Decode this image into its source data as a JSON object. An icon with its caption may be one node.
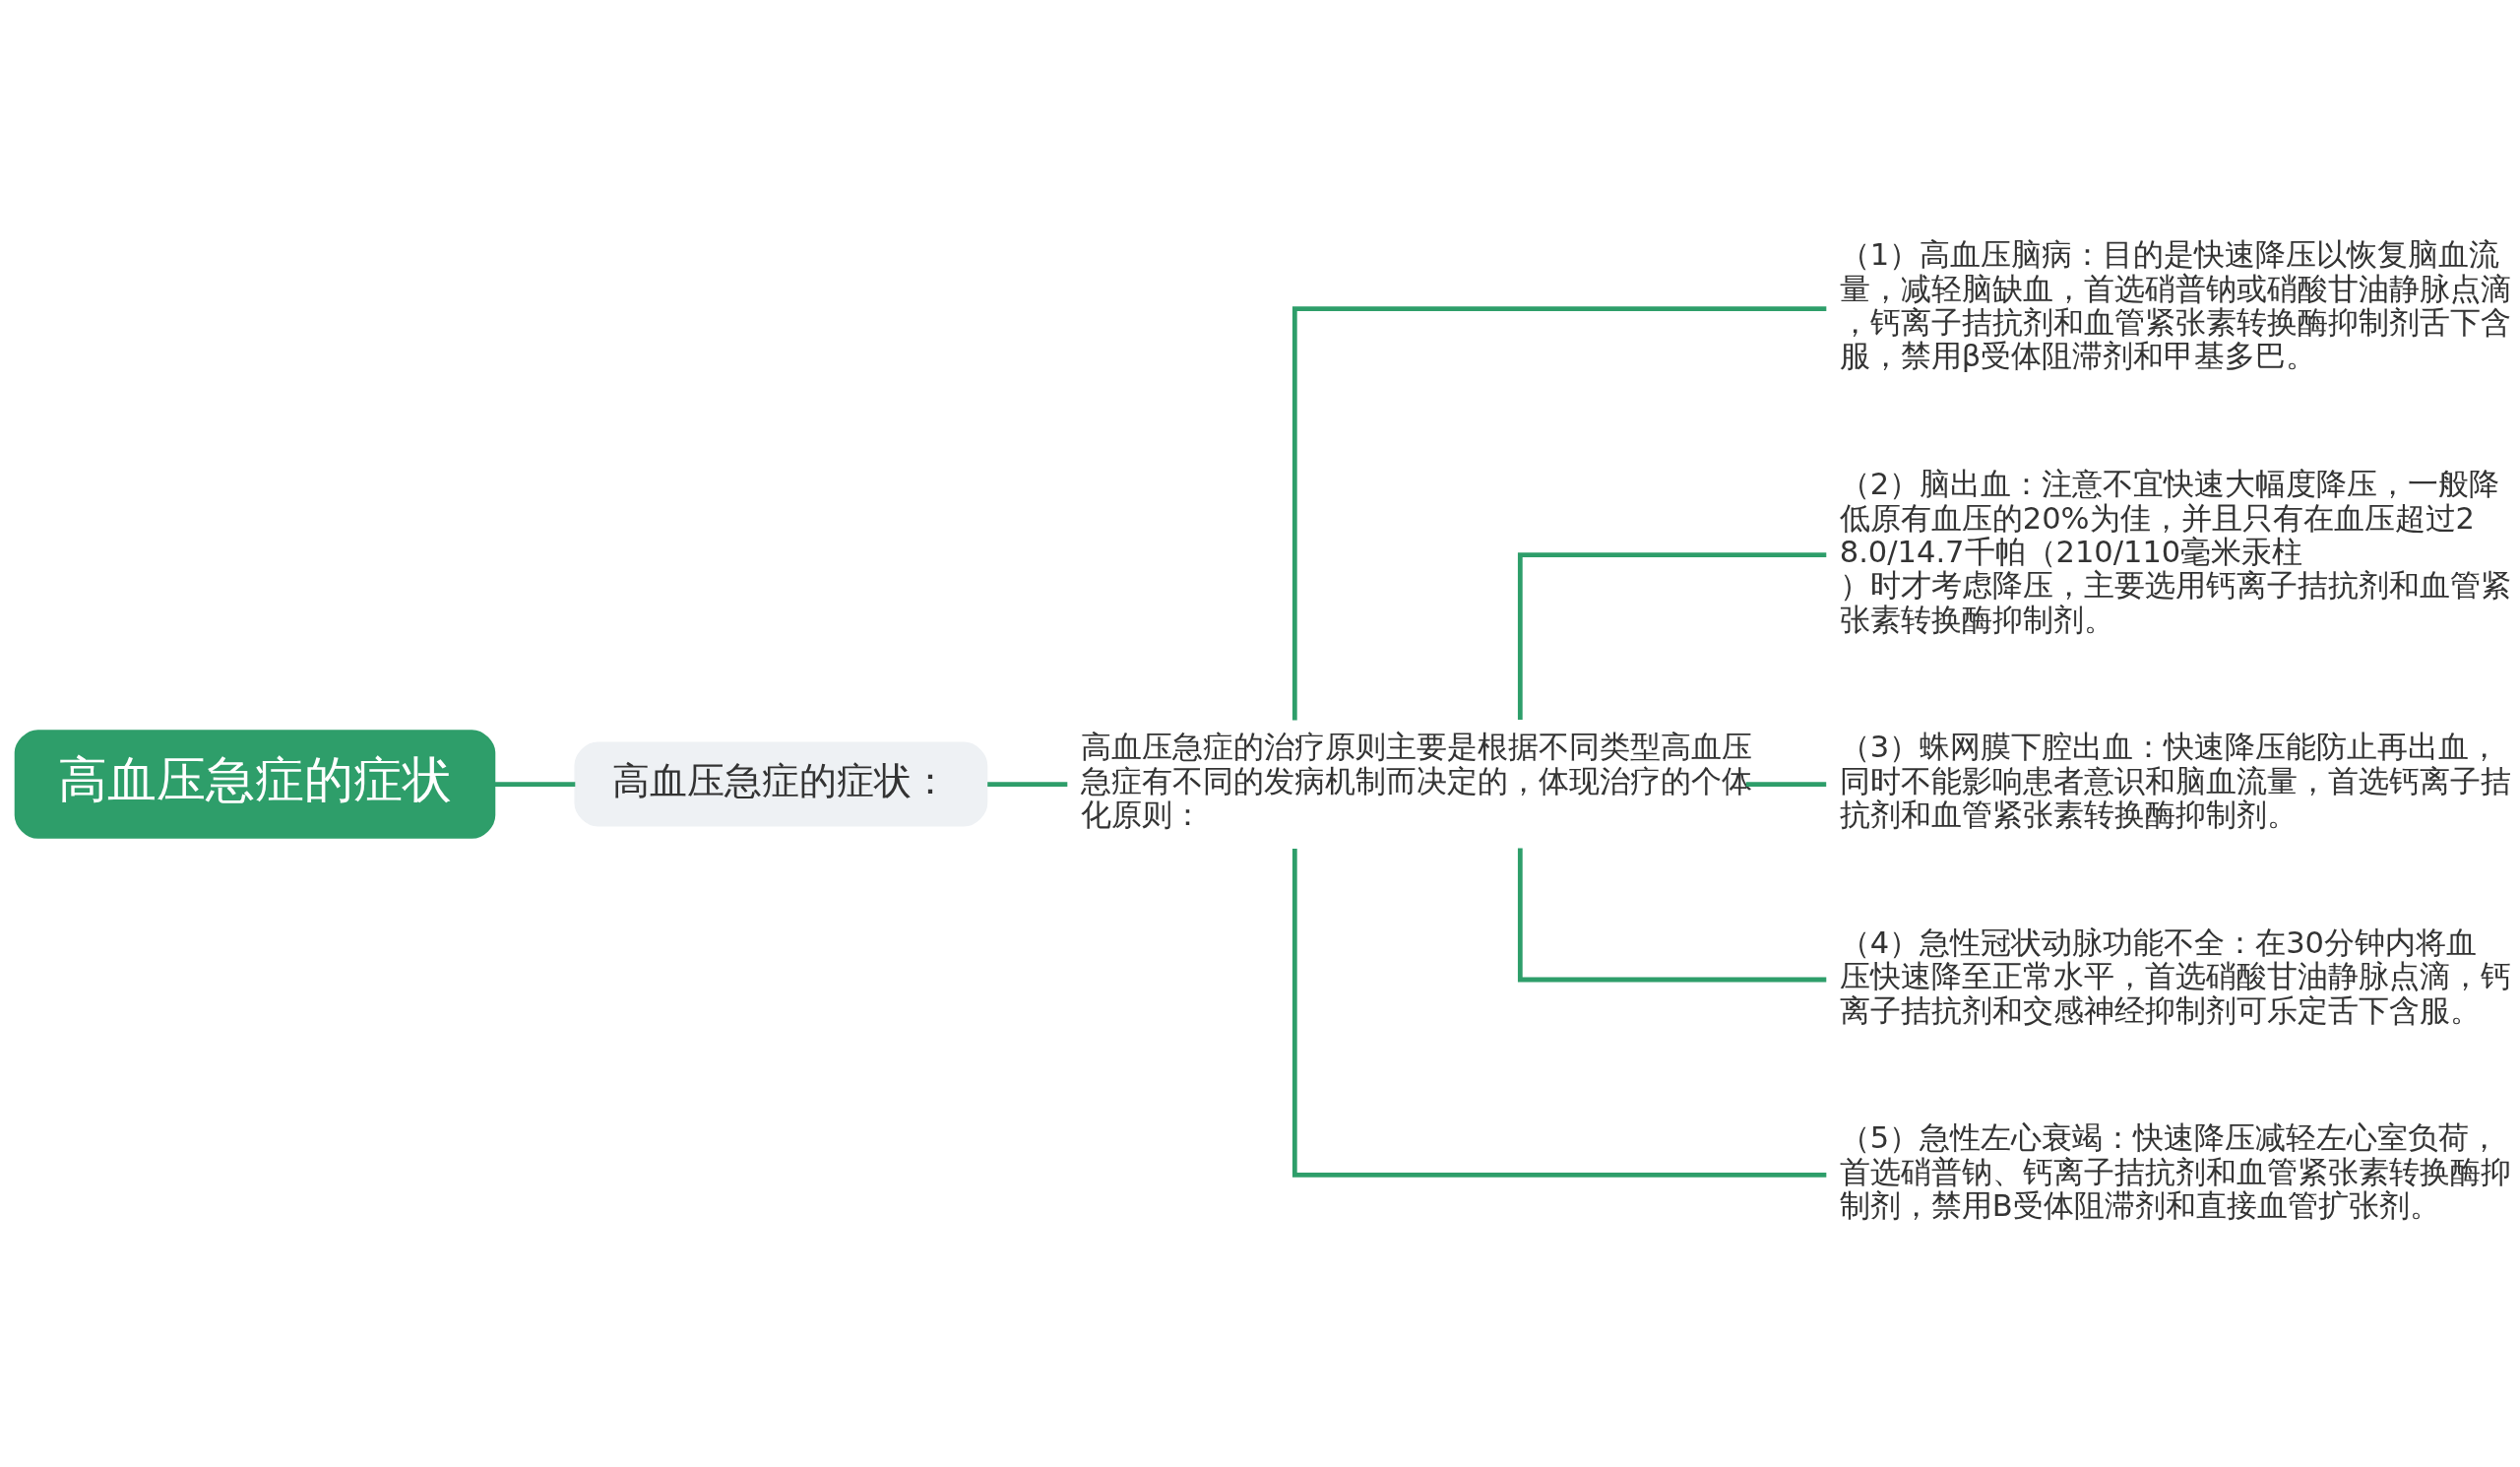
{
  "diagram": {
    "nodes": [
      {
        "text": [
          "高血压急症的症状"
        ]
      },
      {
        "text": [
          "高血压急症的症状："
        ]
      },
      {
        "text": [
          "高血压急症的治疗原则主要是根据不同类型高血压急症有不同的发病机制而决定的，体现治疗的个体化原则："
        ]
      },
      {
        "text": [
          "（1）高血压脑病：目的是快速降压以恢复脑血流量，减轻脑缺血，首选硝普钠或硝酸甘油静脉点滴，钙离子拮抗剂和血管紧张素转换酶抑制剂舌下含服，禁用β受体阻滞剂和甲基多巴。"
        ]
      },
      {
        "text": [
          "（2）脑出血：注意不宜快速大幅度降压，一般降低原有血压的20%为佳，并且只有在血压超过28.0/14.7千帕（210/110毫米汞柱）时才考虑降压，主要选用钙离子拮抗剂和血管紧张素转换酶抑制剂。"
        ]
      },
      {
        "text": [
          "（3）蛛网膜下腔出血：快速降压能防止再出血，同时不能影响患者意识和脑血流量，首选钙离子拮抗剂和血管紧张素转换酶抑制剂。"
        ]
      },
      {
        "text": [
          "（4）急性冠状动脉功能不全：在30分钟内将血压快速降至正常水平，首选硝酸甘油静脉点滴，钙离子拮抗剂和交感神经抑制剂可乐定舌下含服。"
        ]
      },
      {
        "text": [
          "（5）急性左心衰竭：快速降压减轻左心室负荷，首选硝普钠、钙离子拮抗剂和血管紧张素转换酶抑制剂，禁用B受体阻滞剂和直接血管扩张剂。"
        ]
      }
    ],
    "edges": [
      {
        "from": 0,
        "to": 1,
        "arrow": "none"
      },
      {
        "from": 1,
        "to": 2,
        "arrow": "none"
      },
      {
        "from": 2,
        "to": 3,
        "arrow": "none"
      },
      {
        "from": 2,
        "to": 4,
        "arrow": "none"
      },
      {
        "from": 2,
        "to": 5,
        "arrow": "none"
      },
      {
        "from": 2,
        "to": 6,
        "arrow": "none"
      },
      {
        "from": 2,
        "to": 7,
        "arrow": "none"
      }
    ]
  }
}
